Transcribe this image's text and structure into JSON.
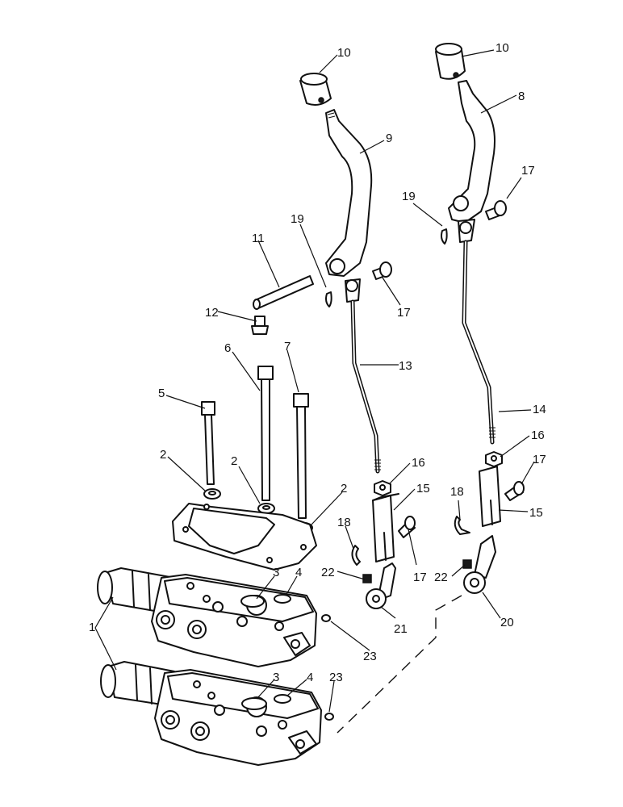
{
  "callouts": [
    {
      "id": "c1",
      "label": "1"
    },
    {
      "id": "c2a",
      "label": "2"
    },
    {
      "id": "c2b",
      "label": "2"
    },
    {
      "id": "c2c",
      "label": "2"
    },
    {
      "id": "c3a",
      "label": "3"
    },
    {
      "id": "c3b",
      "label": "3"
    },
    {
      "id": "c4a",
      "label": "4"
    },
    {
      "id": "c4b",
      "label": "4"
    },
    {
      "id": "c5",
      "label": "5"
    },
    {
      "id": "c6",
      "label": "6"
    },
    {
      "id": "c7",
      "label": "7"
    },
    {
      "id": "c8",
      "label": "8"
    },
    {
      "id": "c9",
      "label": "9"
    },
    {
      "id": "c10a",
      "label": "10"
    },
    {
      "id": "c10b",
      "label": "10"
    },
    {
      "id": "c11",
      "label": "11"
    },
    {
      "id": "c12",
      "label": "12"
    },
    {
      "id": "c13",
      "label": "13"
    },
    {
      "id": "c14",
      "label": "14"
    },
    {
      "id": "c15a",
      "label": "15"
    },
    {
      "id": "c15b",
      "label": "15"
    },
    {
      "id": "c16a",
      "label": "16"
    },
    {
      "id": "c16b",
      "label": "16"
    },
    {
      "id": "c17a",
      "label": "17"
    },
    {
      "id": "c17b",
      "label": "17"
    },
    {
      "id": "c17c",
      "label": "17"
    },
    {
      "id": "c18a",
      "label": "18"
    },
    {
      "id": "c18b",
      "label": "18"
    },
    {
      "id": "c19a",
      "label": "19"
    },
    {
      "id": "c19b",
      "label": "19"
    },
    {
      "id": "c20",
      "label": "20"
    },
    {
      "id": "c21",
      "label": "21"
    },
    {
      "id": "c22a",
      "label": "22"
    },
    {
      "id": "c22b",
      "label": "22"
    },
    {
      "id": "c23a",
      "label": "23"
    },
    {
      "id": "c23b",
      "label": "23"
    }
  ]
}
